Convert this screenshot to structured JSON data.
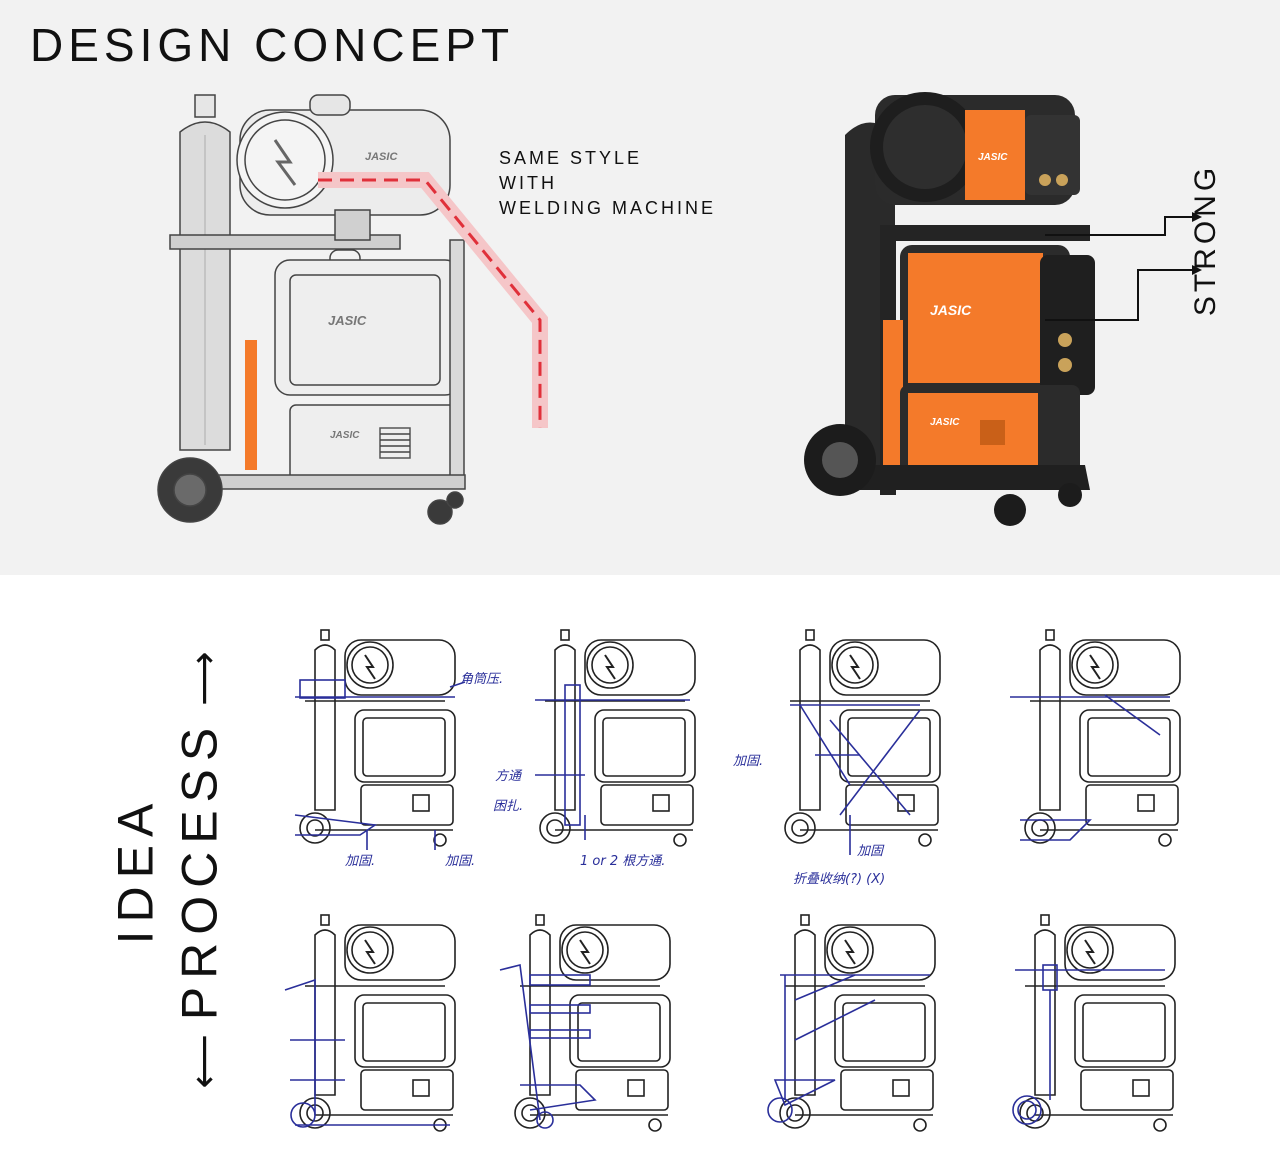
{
  "header": {
    "title": "DESIGN CONCEPT"
  },
  "annotation": {
    "lines": [
      "SAME STYLE",
      "WITH",
      "WELDING MACHINE"
    ]
  },
  "callout": {
    "label": "STRONG"
  },
  "brand": {
    "logo_text": "JASIC"
  },
  "process": {
    "line1": "IDEA",
    "line2": "PROCESS",
    "arrow_left": "⟵",
    "arrow_right": "⟶"
  },
  "sketch_notes": {
    "s1_a": "角筒压.",
    "s1_b": "加固.",
    "s1_c": "加固.",
    "s2_a": "方通",
    "s2_b": "困扎.",
    "s2_c": "1 or 2 根方通.",
    "s3_a": "加固.",
    "s3_b": "加固",
    "s3_c": "折叠收纳(?) (X)"
  },
  "colors": {
    "top_background": "#f2f2f2",
    "accent_orange": "#f47a2a",
    "dashed_red": "#e0303a",
    "sketch_ink": "#2a2f9a",
    "frame_dark": "#2b2b2b"
  }
}
